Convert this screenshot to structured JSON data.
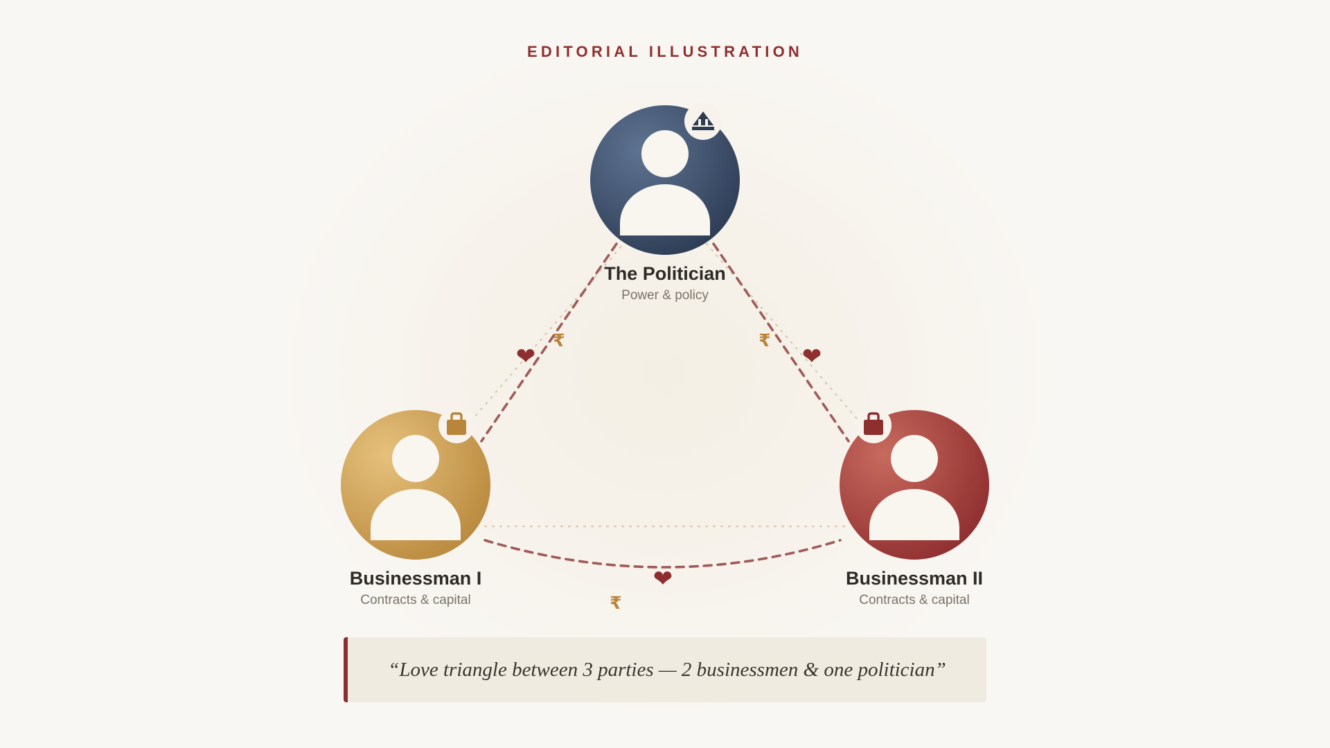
{
  "header": {
    "kicker": "EDITORIAL ILLUSTRATION"
  },
  "nodes": {
    "politician": {
      "name": "The Politician",
      "subtitle": "Power & policy",
      "badge_icon": "parliament-icon",
      "color": "#3f5472"
    },
    "businessman_1": {
      "name": "Businessman I",
      "subtitle": "Contracts & capital",
      "badge_icon": "briefcase-icon",
      "color": "#c9984b"
    },
    "businessman_2": {
      "name": "Businessman II",
      "subtitle": "Contracts & capital",
      "badge_icon": "briefcase-icon",
      "color": "#9e3a3a"
    }
  },
  "connectors": {
    "heart_symbol": "❤",
    "currency_symbol": "₹",
    "heart_color": "#8e2f2f",
    "currency_color": "#b8853a",
    "line_color": "#a05a5a"
  },
  "quote": {
    "text": "“Love triangle between 3 parties — 2 businessmen & one politician”"
  },
  "colors": {
    "accent": "#8e2f2f",
    "background": "#f9f7f3",
    "quote_background": "#f0ebe1"
  }
}
